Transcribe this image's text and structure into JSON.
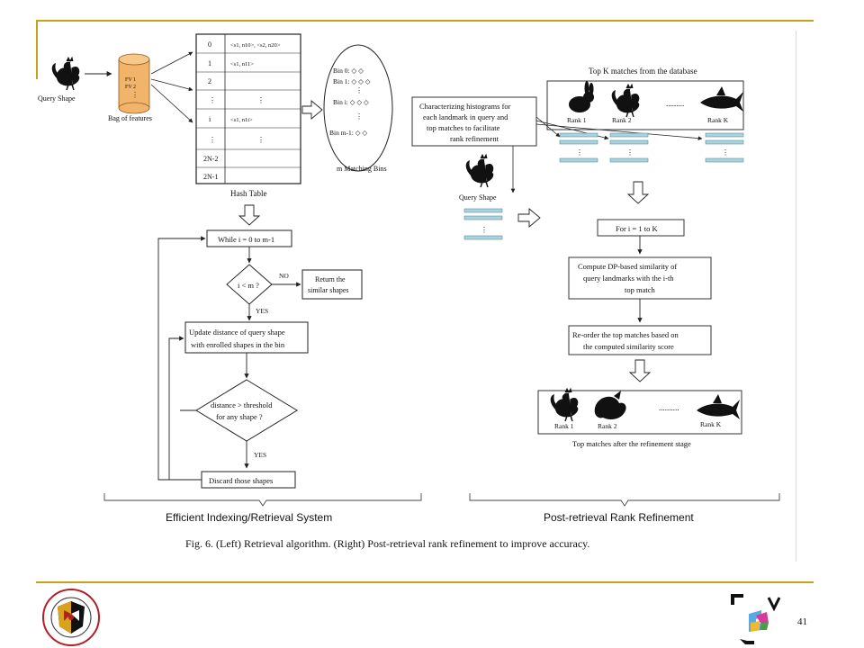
{
  "slide": {
    "page_number": "41"
  },
  "figure": {
    "caption": "Fig. 6.   (Left) Retrieval algorithm. (Right) Post-retrieval rank refinement to improve accuracy.",
    "left_section_label": "Efficient Indexing/Retrieval System",
    "right_section_label": "Post-retrieval Rank Refinement",
    "left": {
      "query_shape": "Query Shape",
      "bag_fv1": "FV 1",
      "bag_fv2": "FV 2",
      "bag_label": "Bag of features",
      "hash_rows": [
        {
          "idx": "0",
          "val": "<s1, n10>, <s2, n20>"
        },
        {
          "idx": "1",
          "val": "<s1, n11>"
        },
        {
          "idx": "2",
          "val": ""
        },
        {
          "idx": "⋮",
          "val": "⋮"
        },
        {
          "idx": "i",
          "val": "<s1, n1i>"
        },
        {
          "idx": "⋮",
          "val": "⋮"
        },
        {
          "idx": "2N-2",
          "val": ""
        },
        {
          "idx": "2N-1",
          "val": ""
        }
      ],
      "hash_table_label": "Hash Table",
      "bins": [
        "Bin 0:  ◇ ◇",
        "Bin 1:  ◇ ◇ ◇",
        "Bin i:  ◇ ◇ ◇",
        "Bin m-1:  ◇ ◇"
      ],
      "bins_label": "m Matching Bins",
      "while_box": "While i = 0 to m-1",
      "cond_diamond": "i < m ?",
      "no_label": "NO",
      "yes_label": "YES",
      "return_box": [
        "Return the",
        "similar shapes"
      ],
      "update_box": [
        "Update distance of query shape",
        "with enrolled shapes in the bin"
      ],
      "threshold_diamond": [
        "distance > threshold",
        "for any shape ?"
      ],
      "yes_label_2": "YES",
      "discard_box": "Discard those shapes"
    },
    "right": {
      "top_k_title": "Top K matches from the database",
      "rank1": "Rank 1",
      "rank2": "Rank 2",
      "rankk": "Rank K",
      "dots": ".........",
      "char_box": [
        "Characterizing histograms for",
        "each landmark in query and",
        "top matches to facilitate",
        "rank refinement"
      ],
      "query_shape": "Query Shape",
      "for_box": "For i = 1 to K",
      "compute_box": [
        "Compute DP-based similarity of",
        "query landmarks with the i-th",
        "top match"
      ],
      "reorder_box": [
        "Re-order the top matches based on",
        "the computed similarity score"
      ],
      "after_rank1": "Rank 1",
      "after_rank2": "Rank 2",
      "after_rankk": "Rank K",
      "after_dots": "..........",
      "after_title": "Top matches after the refinement stage"
    }
  },
  "colors": {
    "gold_rule": "#c8a019",
    "bar_fill": "#a9d3de",
    "bag_fill": "#f2b46a"
  }
}
